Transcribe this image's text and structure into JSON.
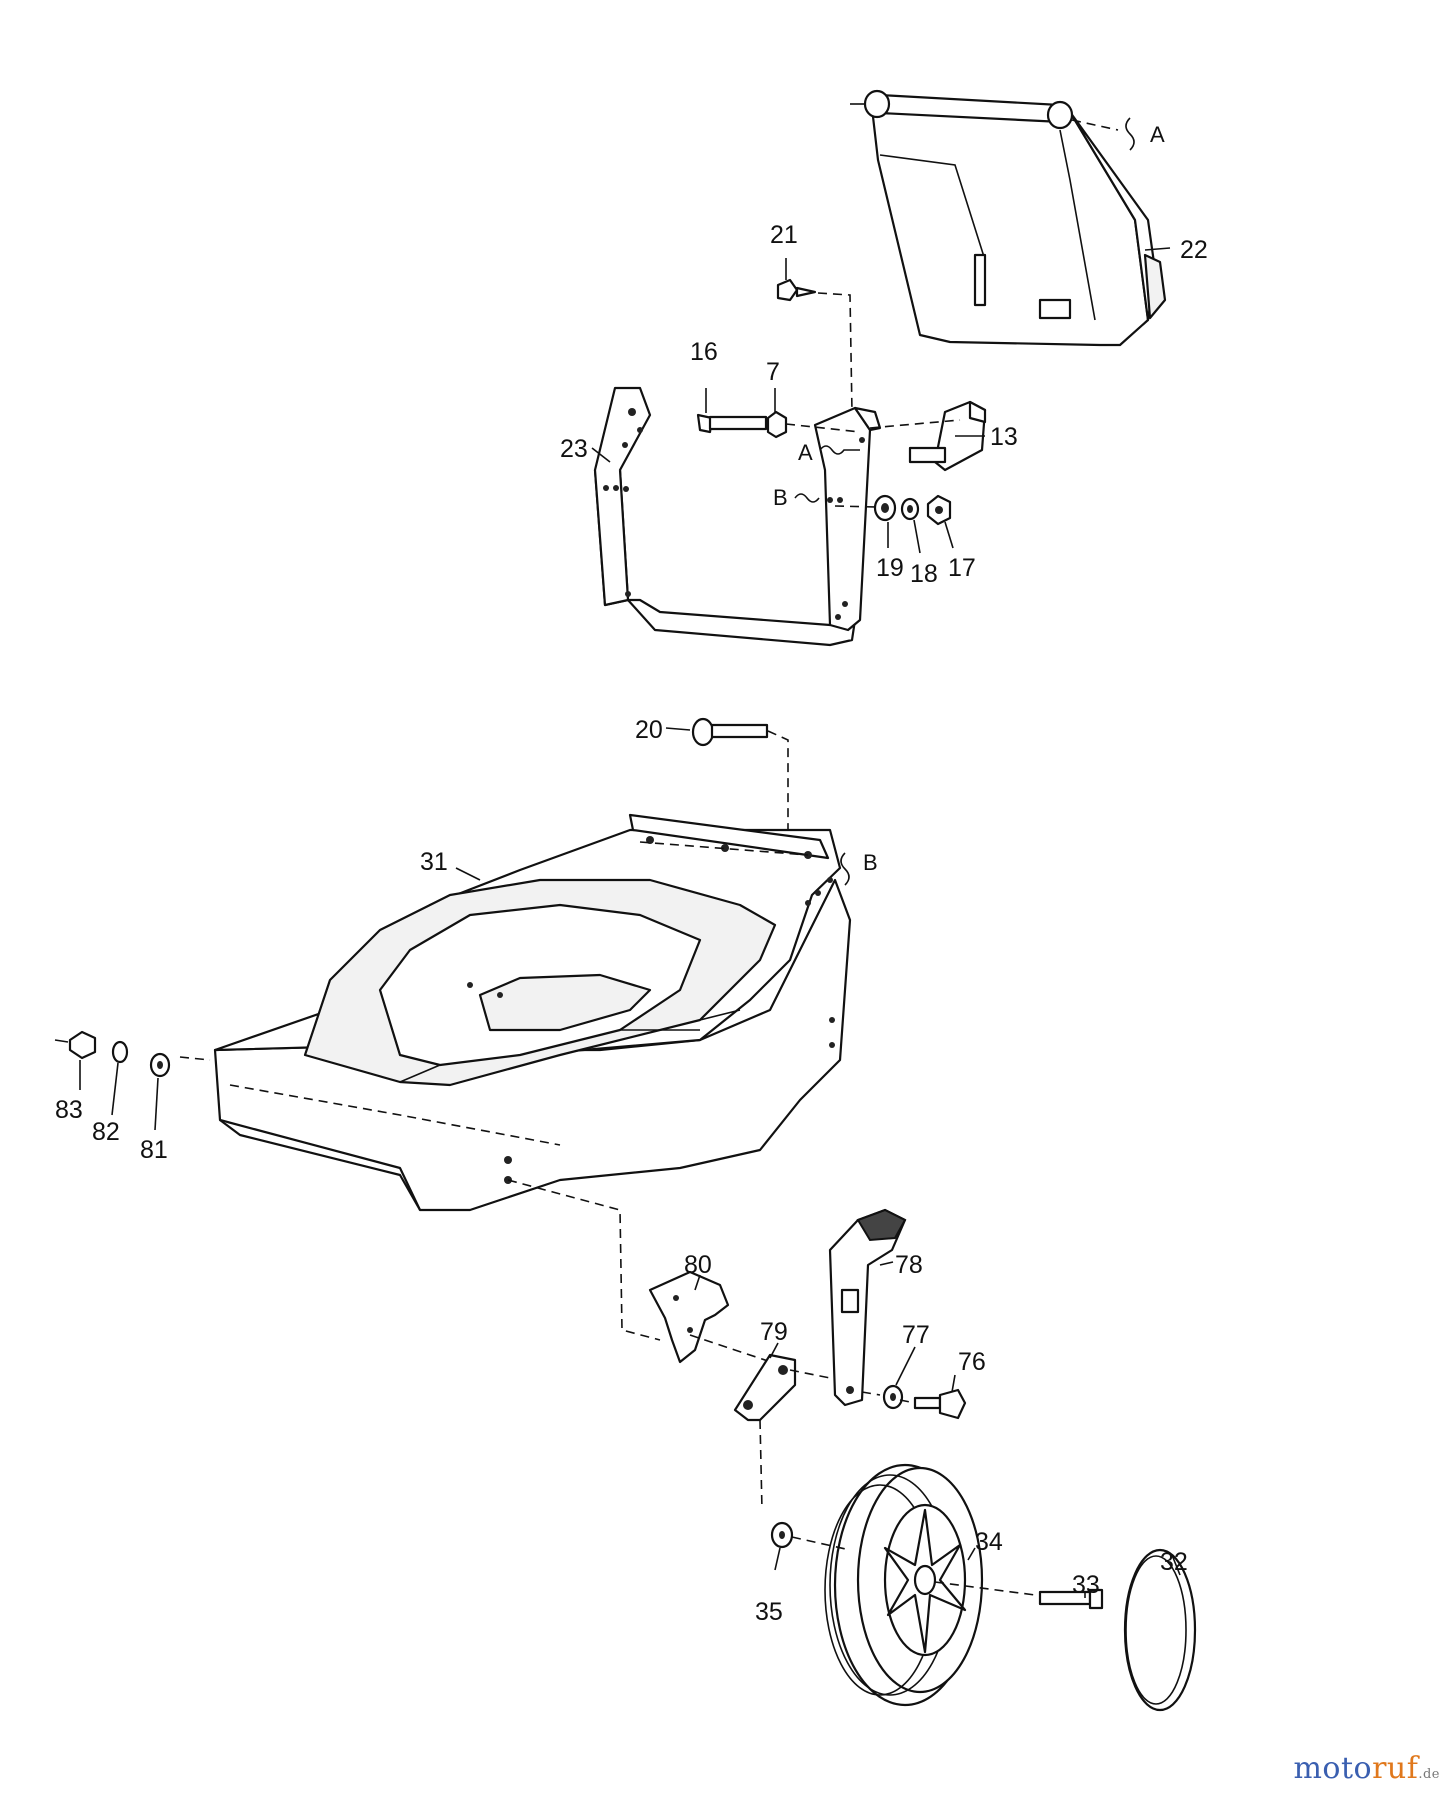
{
  "diagram": {
    "labels": {
      "p7": "7",
      "p13": "13",
      "p16": "16",
      "p17": "17",
      "p18": "18",
      "p19": "19",
      "p20": "20",
      "p21": "21",
      "p22": "22",
      "p23": "23",
      "p31": "31",
      "p32": "32",
      "p33": "33",
      "p34": "34",
      "p35": "35",
      "p76": "76",
      "p77": "77",
      "p78": "78",
      "p79": "79",
      "p80": "80",
      "p81": "81",
      "p82": "82",
      "p83": "83"
    },
    "refs": {
      "a_top": "A",
      "a_mid": "A",
      "b_mid": "B",
      "b_right": "B"
    }
  },
  "watermark": {
    "brand_first": "moto",
    "brand_second": "ruf",
    "tld": ".de",
    "colors": {
      "first": "#3a5fb0",
      "second": "#e0781c"
    }
  }
}
